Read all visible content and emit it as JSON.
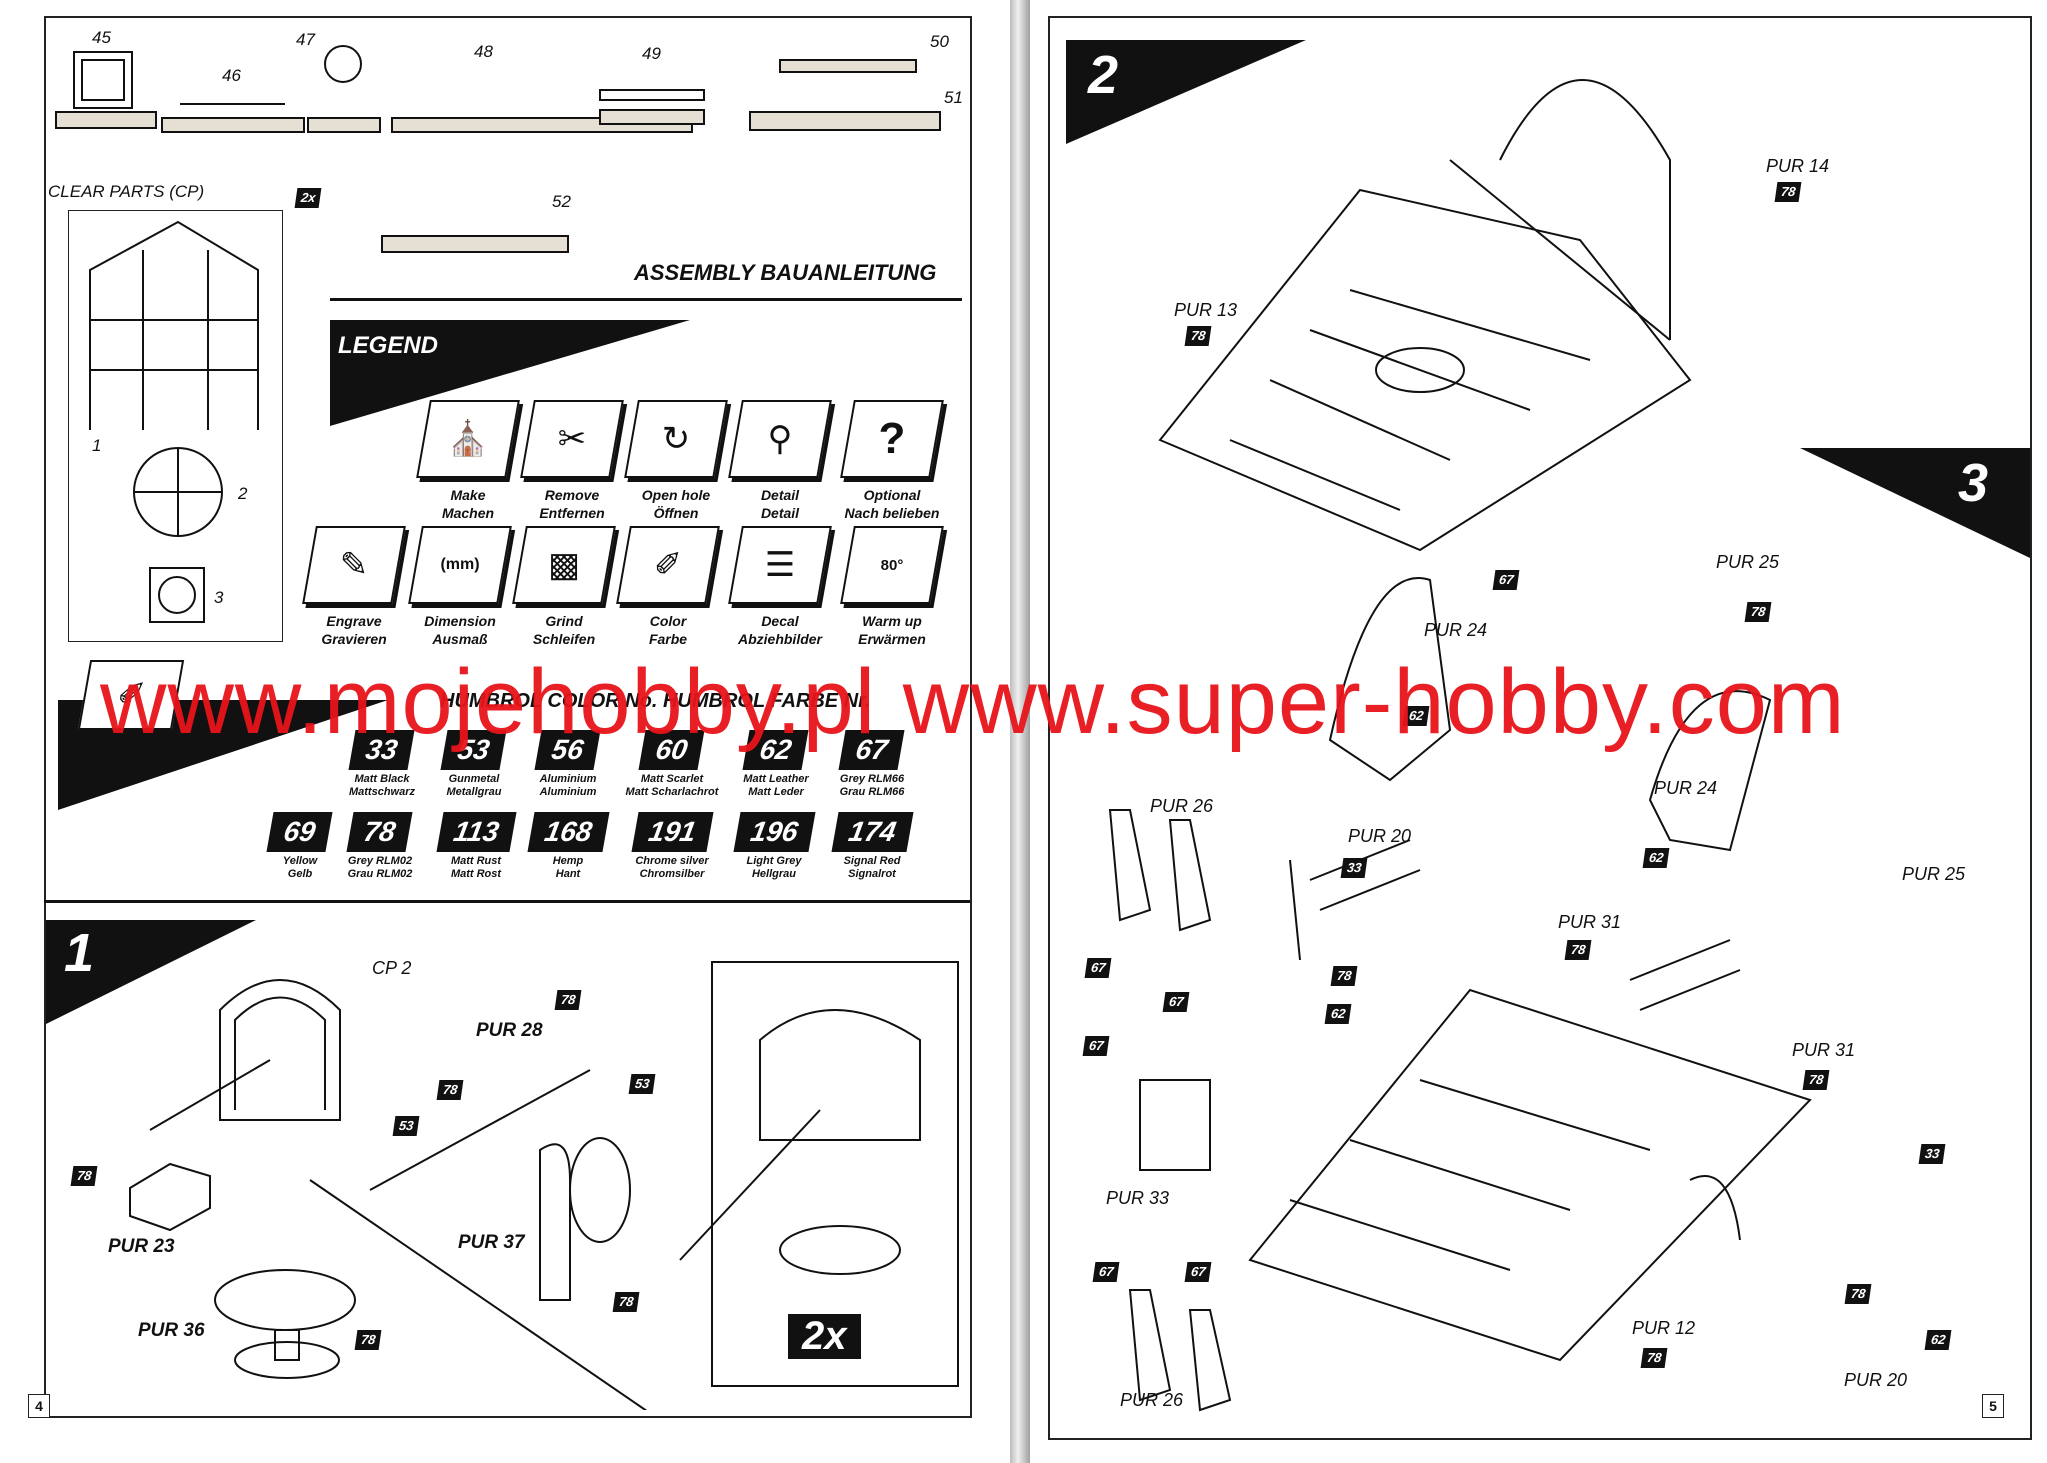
{
  "parts_top": [
    "45",
    "46",
    "47",
    "48",
    "49",
    "50",
    "51",
    "52"
  ],
  "clear_parts": {
    "title": "CLEAR PARTS (CP)",
    "multiplier": "2x",
    "items": [
      "1",
      "2",
      "3"
    ]
  },
  "assembly_title": "ASSEMBLY  BAUANLEITUNG",
  "legend": {
    "title": "LEGEND",
    "items": [
      {
        "line1": "Make",
        "line2": "Machen",
        "icon": "glue-icon"
      },
      {
        "line1": "Remove",
        "line2": "Entfernen",
        "icon": "cutter-icon"
      },
      {
        "line1": "Open hole",
        "line2": "Öffnen",
        "icon": "drill-icon"
      },
      {
        "line1": "Detail",
        "line2": "Detail",
        "icon": "magnifier-icon"
      },
      {
        "line1": "Optional",
        "line2": "Nach belieben",
        "icon": "question-icon"
      },
      {
        "line1": "Engrave",
        "line2": "Gravieren",
        "icon": "engrave-icon"
      },
      {
        "line1": "Dimension",
        "line2": "Ausmaß",
        "icon": "dimension-icon"
      },
      {
        "line1": "Grind",
        "line2": "Schleifen",
        "icon": "sandpaper-icon"
      },
      {
        "line1": "Color",
        "line2": "Farbe",
        "icon": "brush-icon"
      },
      {
        "line1": "Decal",
        "line2": "Abziehbilder",
        "icon": "decal-icon"
      },
      {
        "line1": "Warm up",
        "line2": "Erwärmen",
        "icon": "thermometer-icon"
      }
    ],
    "dimension_text": "(mm)",
    "warm_text": "80°"
  },
  "humbrol_title": "HUMBROL COLOR No.  HUMBROL FARBE Nr.",
  "colors": [
    {
      "no": "33",
      "name1": "Matt Black",
      "name2": "Mattschwarz"
    },
    {
      "no": "53",
      "name1": "Gunmetal",
      "name2": "Metallgrau"
    },
    {
      "no": "56",
      "name1": "Aluminium",
      "name2": "Aluminium"
    },
    {
      "no": "60",
      "name1": "Matt Scarlet",
      "name2": "Matt Scharlachrot"
    },
    {
      "no": "62",
      "name1": "Matt Leather",
      "name2": "Matt Leder"
    },
    {
      "no": "67",
      "name1": "Grey RLM66",
      "name2": "Grau RLM66"
    },
    {
      "no": "69",
      "name1": "Yellow",
      "name2": "Gelb"
    },
    {
      "no": "78",
      "name1": "Grey RLM02",
      "name2": "Grau RLM02"
    },
    {
      "no": "113",
      "name1": "Matt Rust",
      "name2": "Matt Rost"
    },
    {
      "no": "168",
      "name1": "Hemp",
      "name2": "Hant"
    },
    {
      "no": "191",
      "name1": "Chrome silver",
      "name2": "Chromsilber"
    },
    {
      "no": "196",
      "name1": "Light Grey",
      "name2": "Hellgrau"
    },
    {
      "no": "174",
      "name1": "Signal Red",
      "name2": "Signalrot"
    }
  ],
  "step1": {
    "number": "1",
    "labels": {
      "cp2": "CP 2",
      "pur28": "PUR 28",
      "pur23": "PUR 23",
      "pur36": "PUR 36",
      "pur37": "PUR 37"
    },
    "tags": [
      "78",
      "78",
      "53",
      "53",
      "78",
      "78",
      "78"
    ],
    "multiplier": "2x"
  },
  "step2": {
    "number": "2",
    "labels": {
      "pur14": "PUR 14",
      "pur13": "PUR 13"
    },
    "tags": [
      "78",
      "78"
    ]
  },
  "step3": {
    "number": "3",
    "labels": {
      "pur24a": "PUR 24",
      "pur25a": "PUR 25",
      "pur24b": "PUR 24",
      "pur25b": "PUR 25",
      "pur26a": "PUR 26",
      "pur20a": "PUR 20",
      "pur31a": "PUR 31",
      "pur31b": "PUR 31",
      "pur33": "PUR 33",
      "pur12": "PUR 12",
      "pur26b": "PUR 26",
      "pur20b": "PUR 20"
    },
    "tags": [
      "67",
      "78",
      "62",
      "62",
      "67",
      "67",
      "33",
      "78",
      "62",
      "78",
      "78",
      "67",
      "67",
      "67",
      "78",
      "33",
      "78",
      "62"
    ]
  },
  "page_numbers": {
    "left": "4",
    "right": "5"
  },
  "watermark": "www.mojehobby.pl www.super-hobby.com",
  "colors_theme": {
    "ink": "#111111",
    "watermark": "#e8141b",
    "paper": "#ffffff"
  }
}
